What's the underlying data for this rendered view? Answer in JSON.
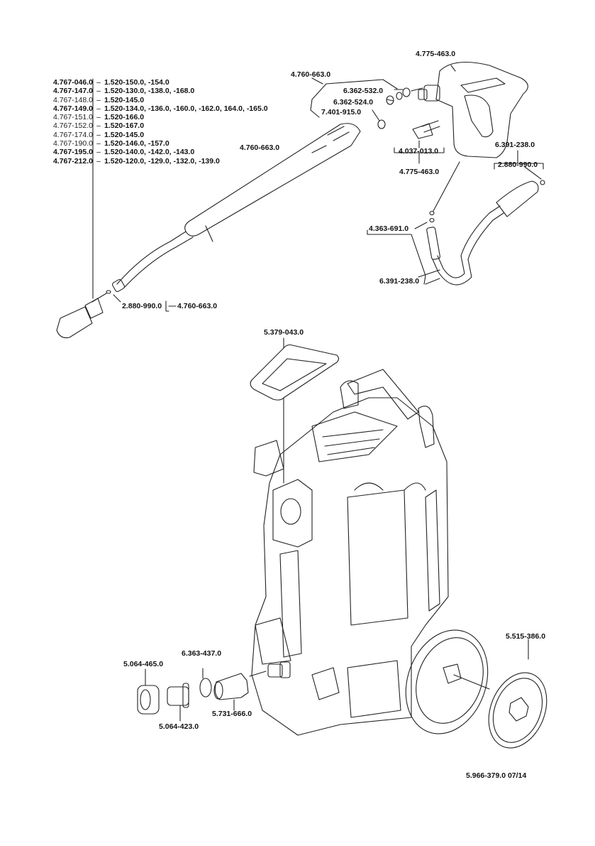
{
  "document": {
    "type": "exploded parts diagram",
    "footer": "5.966-379.0  07/14"
  },
  "nozzle_table": {
    "rows": [
      {
        "part": "4.767-046.0",
        "variants": "1.520-150.0, -154.0",
        "bold": true
      },
      {
        "part": "4.767-147.0",
        "variants": "1.520-130.0, -138.0, -168.0",
        "bold": true
      },
      {
        "part": "4.767-148.0",
        "variants": "1.520-145.0",
        "bold": false
      },
      {
        "part": "4.767-149.0",
        "variants": "1.520-134.0, -136.0, -160.0, -162.0, 164.0, -165.0",
        "bold": true
      },
      {
        "part": "4.767-151.0",
        "variants": "1.520-166.0",
        "bold": false
      },
      {
        "part": "4.767-152.0",
        "variants": "1.520-167.0",
        "bold": false
      },
      {
        "part": "4.767-174.0",
        "variants": "1.520-145.0",
        "bold": false
      },
      {
        "part": "4.767-190.0",
        "variants": "1.520-146.0, -157.0",
        "bold": false
      },
      {
        "part": "4.767-195.0",
        "variants": "1.520-140.0, -142.0, -143.0",
        "bold": true
      },
      {
        "part": "4.767-212.0",
        "variants": "1.520-120.0, -129.0, -132.0, -139.0",
        "bold": true
      }
    ]
  },
  "callouts": {
    "gun": "4.775-463.0",
    "lance_group": "4.760-663.0",
    "seal_a": "6.362-532.0",
    "seal_b": "6.362-524.0",
    "oring_lance": "7.401-915.0",
    "clip": "4.037-013.0",
    "clip_parent": "4.775-463.0",
    "lance": "4.760-663.0",
    "hose_group": "6.391-238.0",
    "hose_oring": "2.880-990.0",
    "hose_fitting": "4.363-691.0",
    "hose": "6.391-238.0",
    "nozzle_oring": "2.880-990.0",
    "nozzle_oring_parent": "4.760-663.0",
    "filter_cover": "5.379-043.0",
    "wheel_cap": "5.515-386.0",
    "union_nut": "5.064-465.0",
    "adapter": "5.064-423.0",
    "oring_inlet": "6.363-437.0",
    "inlet_filter": "5.731-666.0"
  }
}
